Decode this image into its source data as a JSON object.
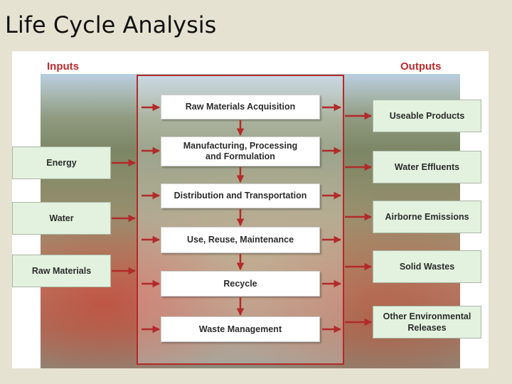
{
  "slide": {
    "title": "Life Cycle Analysis"
  },
  "diagram": {
    "inputs_label": "Inputs",
    "outputs_label": "Outputs",
    "stages": [
      {
        "label": "Raw Materials Acquisition"
      },
      {
        "label": "Manufacturing, Processing\nand Formulation"
      },
      {
        "label": "Distribution and Transportation"
      },
      {
        "label": "Use, Reuse, Maintenance"
      },
      {
        "label": "Recycle"
      },
      {
        "label": "Waste Management"
      }
    ],
    "inputs": [
      {
        "label": "Energy"
      },
      {
        "label": "Water"
      },
      {
        "label": "Raw Materials"
      }
    ],
    "outputs": [
      {
        "label": "Useable Products"
      },
      {
        "label": "Water Effluents"
      },
      {
        "label": "Airborne Emissions"
      },
      {
        "label": "Solid Wastes"
      },
      {
        "label": "Other Environmental\nReleases"
      }
    ],
    "colors": {
      "frame": "#b22a2a",
      "arrow": "#b22a2a",
      "header_text": "#bc2c2c",
      "side_box": "#e2f2de",
      "stage_box": "#ffffff"
    }
  }
}
